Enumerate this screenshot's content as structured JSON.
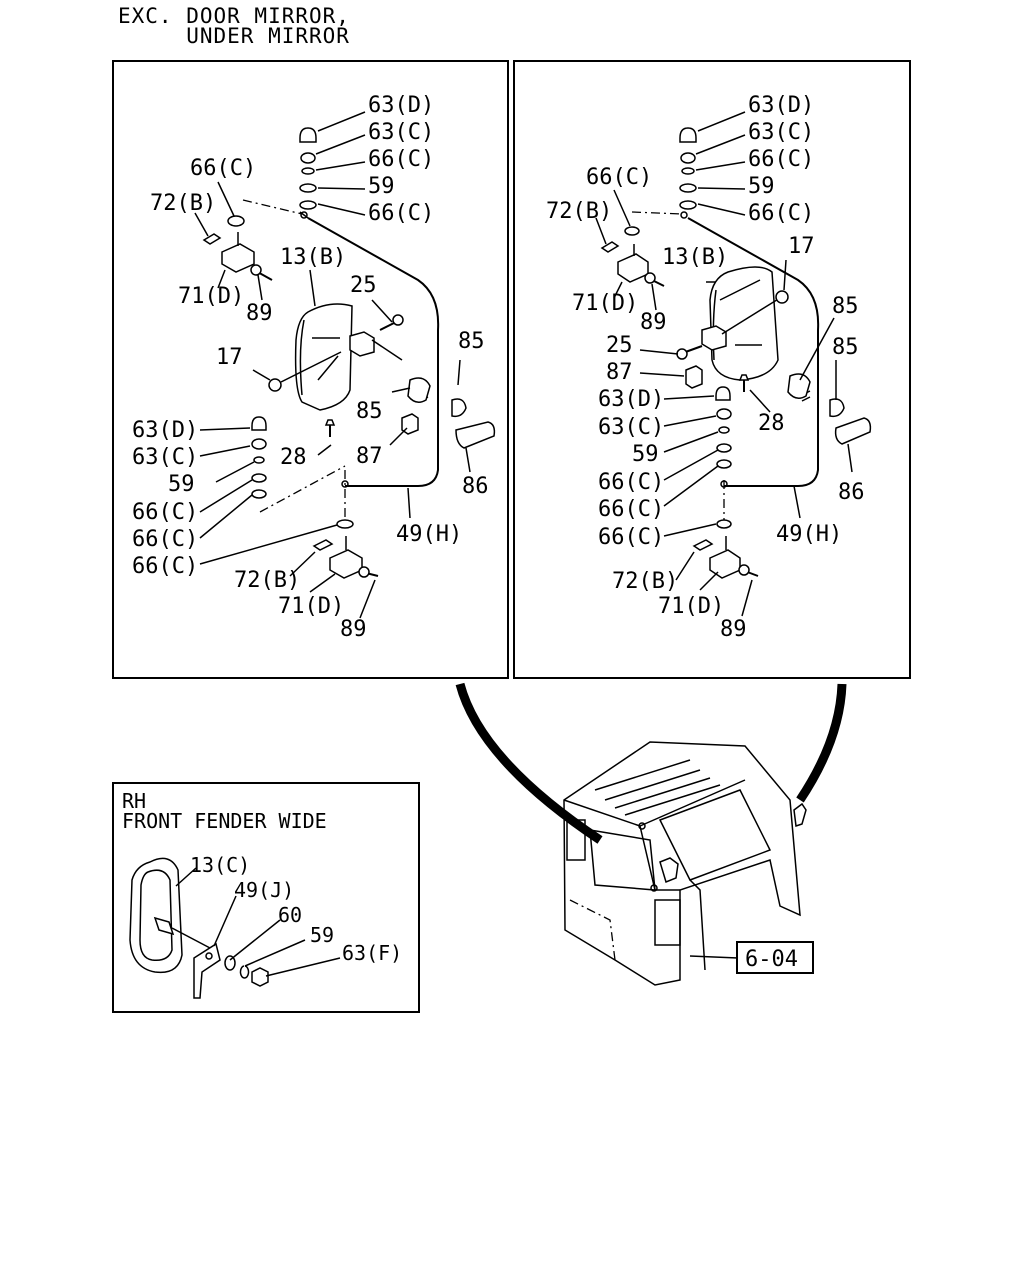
{
  "header": {
    "line1": "EXC. DOOR MIRROR,",
    "line2": "     UNDER MIRROR"
  },
  "left_panel": {
    "labels": [
      "63(D)",
      "63(C)",
      "66(C)",
      "59",
      "66(C)",
      "66(C)",
      "72(B)",
      "13(B)",
      "25",
      "71(D)",
      "89",
      "17",
      "85",
      "85",
      "63(D)",
      "63(C)",
      "59",
      "66(C)",
      "66(C)",
      "66(C)",
      "28",
      "87",
      "86",
      "49(H)",
      "72(B)",
      "71(D)",
      "89"
    ]
  },
  "right_panel": {
    "labels": [
      "63(D)",
      "63(C)",
      "66(C)",
      "59",
      "66(C)",
      "66(C)",
      "72(B)",
      "13(B)",
      "17",
      "71(D)",
      "89",
      "85",
      "85",
      "25",
      "87",
      "63(D)",
      "63(C)",
      "28",
      "59",
      "66(C)",
      "66(C)",
      "66(C)",
      "49(H)",
      "86",
      "72(B)",
      "71(D)",
      "89"
    ]
  },
  "inset": {
    "title1": "RH",
    "title2": "FRONT FENDER WIDE",
    "labels": [
      "13(C)",
      "49(J)",
      "60",
      "59",
      "63(F)"
    ]
  },
  "cab": {
    "ref_label": "6-04"
  }
}
